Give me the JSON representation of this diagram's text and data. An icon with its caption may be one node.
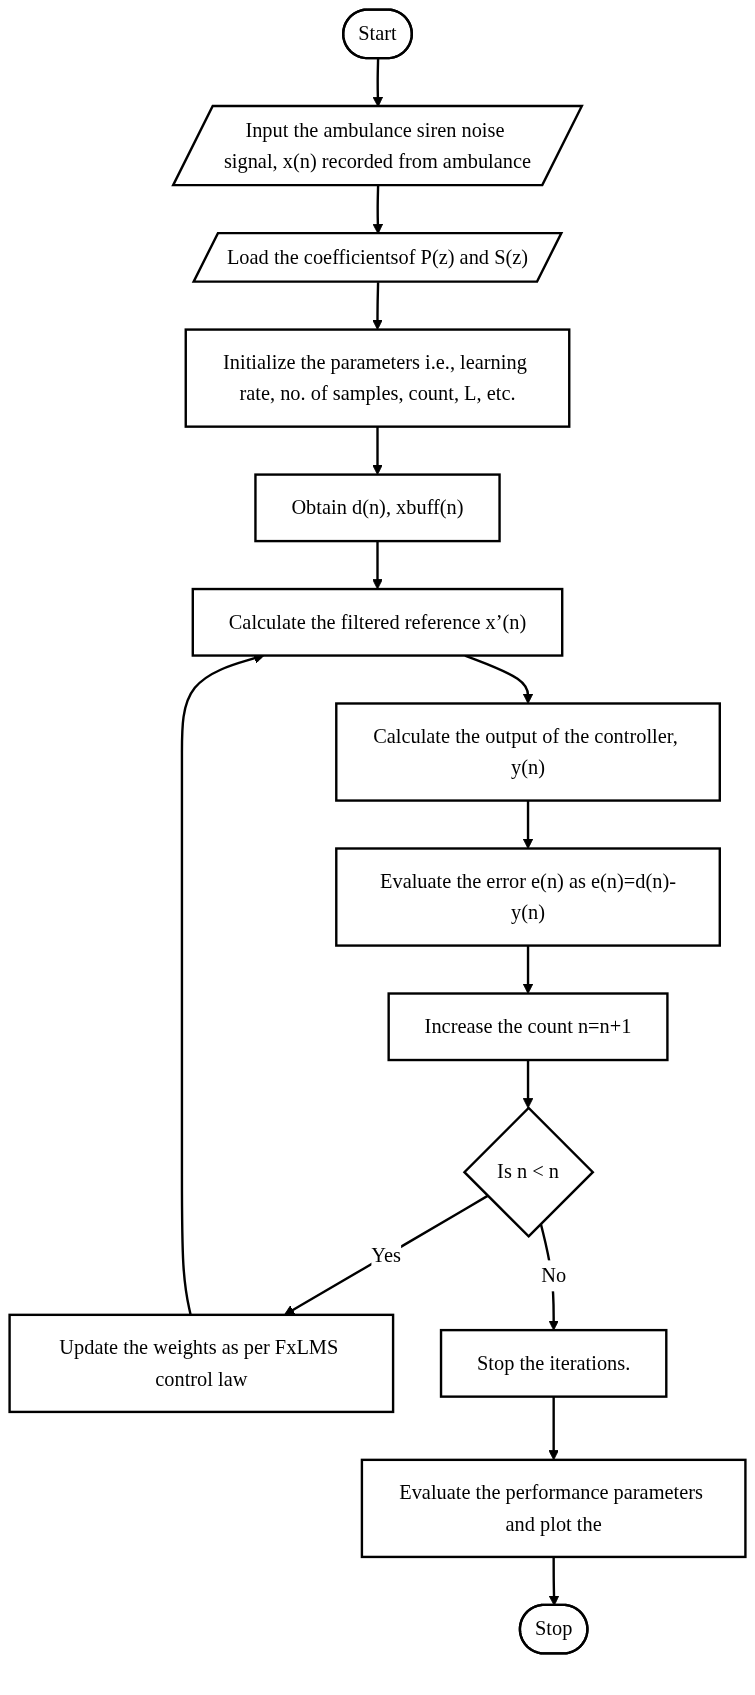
{
  "diagram": {
    "nodes": [
      {
        "text": [
          "Start"
        ]
      },
      {
        "text": [
          "Input the ambulance siren noise signal, x(n) recorded from ambulance"
        ]
      },
      {
        "text": [
          "Load the coefficientsof P(z) and S(z)"
        ]
      },
      {
        "text": [
          "Initialize the parameters i.e., learning rate, no. of samples, count, L, etc."
        ]
      },
      {
        "text": [
          "Obtain d(n), xbuff(n)"
        ]
      },
      {
        "text": [
          "Calculate the filtered reference x’(n)"
        ]
      },
      {
        "text": [
          "Calculate the output of the controller, y(n)"
        ]
      },
      {
        "text": [
          "Evaluate the error e(n) as e(n)=d(n)-y(n)"
        ]
      },
      {
        "text": [
          "Increase the count n=n+1"
        ]
      },
      {
        "text": [
          "Is n < n"
        ]
      },
      {
        "text": [
          "Update the weights as per FxLMS control law"
        ]
      },
      {
        "text": [
          "Stop the iterations."
        ]
      },
      {
        "text": [
          "Evaluate the performance parameters and plot the"
        ]
      },
      {
        "text": [
          "Stop"
        ]
      }
    ],
    "edges": [
      {
        "from": 0,
        "to": 1,
        "arrow": "to"
      },
      {
        "from": 1,
        "to": 2,
        "arrow": "to"
      },
      {
        "from": 2,
        "to": 3,
        "arrow": "to"
      },
      {
        "from": 3,
        "to": 4,
        "arrow": "to"
      },
      {
        "from": 4,
        "to": 5,
        "arrow": "to"
      },
      {
        "from": 5,
        "to": 6,
        "arrow": "to"
      },
      {
        "from": 6,
        "to": 7,
        "arrow": "to"
      },
      {
        "from": 7,
        "to": 8,
        "arrow": "to"
      },
      {
        "from": 8,
        "to": 9,
        "arrow": "to"
      },
      {
        "from": 9,
        "to": 10,
        "label": "Yes",
        "arrow": "to"
      },
      {
        "from": 9,
        "to": 11,
        "label": "No",
        "arrow": "to"
      },
      {
        "from": 10,
        "to": 5,
        "arrow": "to"
      },
      {
        "from": 11,
        "to": 12,
        "arrow": "to"
      },
      {
        "from": 12,
        "to": 13,
        "arrow": "to"
      }
    ]
  }
}
